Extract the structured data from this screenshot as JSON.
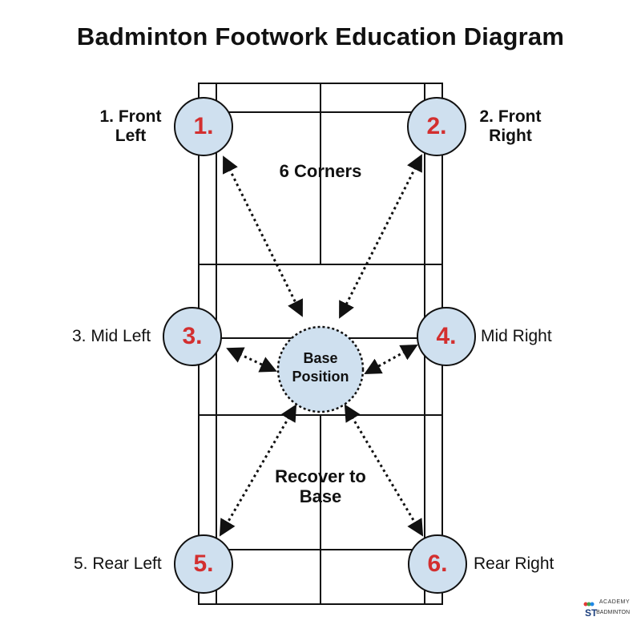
{
  "title": "Badminton Footwork Education Diagram",
  "court": {
    "corners_label": "6 Corners",
    "recover_label_line1": "Recover to",
    "recover_label_line2": "Base"
  },
  "base": {
    "line1": "Base",
    "line2": "Position"
  },
  "corners": [
    {
      "number": "1.",
      "label_line1": "1. Front",
      "label_line2": "Left"
    },
    {
      "number": "2.",
      "label_line1": "2. Front",
      "label_line2": "Right"
    },
    {
      "number": "3.",
      "label_line1": "3. Mid Left",
      "label_line2": ""
    },
    {
      "number": "4.",
      "label_line1": "Mid Right",
      "label_line2": ""
    },
    {
      "number": "5.",
      "label_line1": "5. Rear Left",
      "label_line2": ""
    },
    {
      "number": "6.",
      "label_line1": "Rear Right",
      "label_line2": ""
    }
  ],
  "logo": {
    "top": "ACADEMY",
    "brand": "ST",
    "sub": "BADMINTON"
  },
  "colors": {
    "circle_fill": "#cfe0ef",
    "number_red": "#d32f2f",
    "line": "#111111"
  }
}
